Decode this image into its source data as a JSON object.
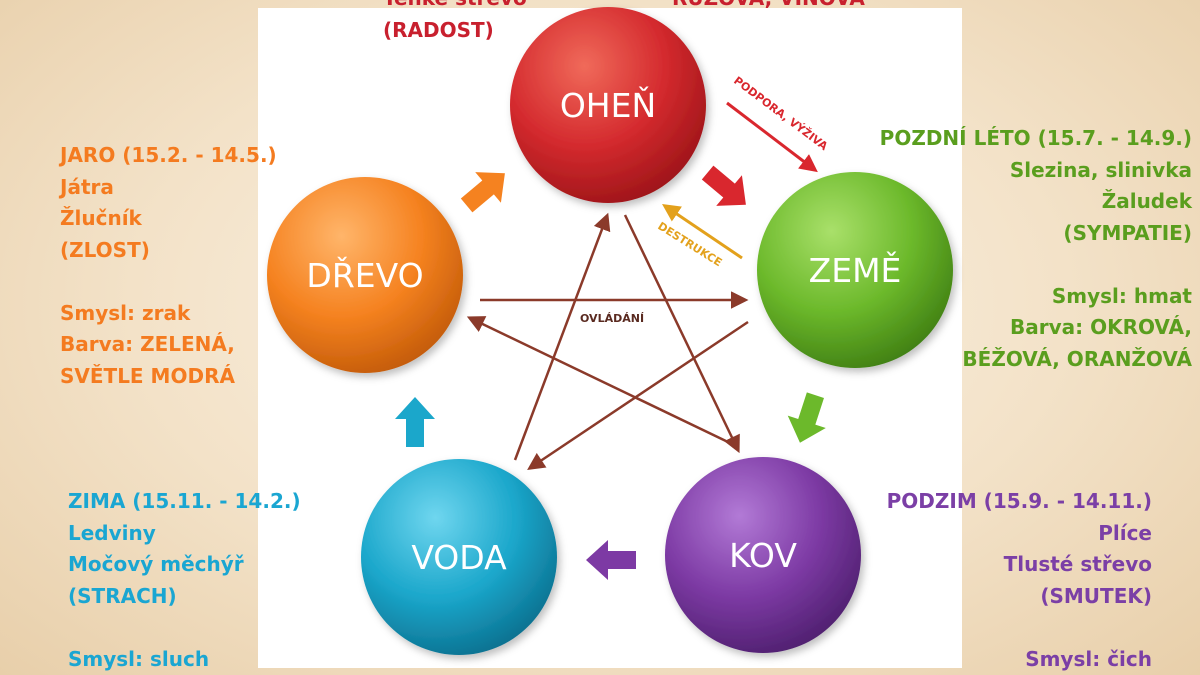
{
  "top_fragments": {
    "left_line1": "Tenké střevo",
    "left_line2": "(RADOST)",
    "right_line1": "RŮŽOVÁ, VÍNOVÁ"
  },
  "elements": {
    "fire": {
      "label": "OHEŇ",
      "color": "#d42a2e"
    },
    "earth": {
      "label": "ZEMĚ",
      "color": "#6cb92b"
    },
    "metal": {
      "label": "KOV",
      "color": "#7d3aa4"
    },
    "water": {
      "label": "VODA",
      "color": "#1ba7cb"
    },
    "wood": {
      "label": "DŘEVO",
      "color": "#f58220"
    }
  },
  "relations": {
    "support": "PODPORA, VÝŽIVA",
    "destruction": "DESTRUKCE",
    "control": "OVLÁDÁNÍ"
  },
  "colors": {
    "support_arrow": "#d9272e",
    "destruction_arrow": "#e3a11c",
    "control_arrow": "#8b3a2a",
    "wood_text": "#f47b20",
    "earth_text": "#5a9e1e",
    "metal_text": "#7b3fa6",
    "water_text": "#1aa6d2",
    "fire_text": "#c8202e"
  },
  "wood_info": {
    "lines": [
      "JARO (15.2. - 14.5.)",
      "Játra",
      "Žlučník",
      "(ZLOST)",
      "",
      "Smysl: zrak",
      "Barva: ZELENÁ,",
      "SVĚTLE MODRÁ"
    ]
  },
  "earth_info": {
    "lines": [
      "POZDNÍ LÉTO (15.7. - 14.9.)",
      "Slezina, slinivka",
      "Žaludek",
      "(SYMPATIE)",
      "",
      "Smysl: hmat",
      "Barva: OKROVÁ,",
      "BÉŽOVÁ, ORANŽOVÁ"
    ]
  },
  "water_info": {
    "lines": [
      "ZIMA (15.11. - 14.2.)",
      "Ledviny",
      "Močový měchýř",
      "(STRACH)",
      "",
      "Smysl: sluch"
    ]
  },
  "metal_info": {
    "lines": [
      "PODZIM (15.9. - 14.11.)",
      "Plíce",
      "Tlusté střevo",
      "(SMUTEK)",
      "",
      "Smysl: čich"
    ]
  }
}
